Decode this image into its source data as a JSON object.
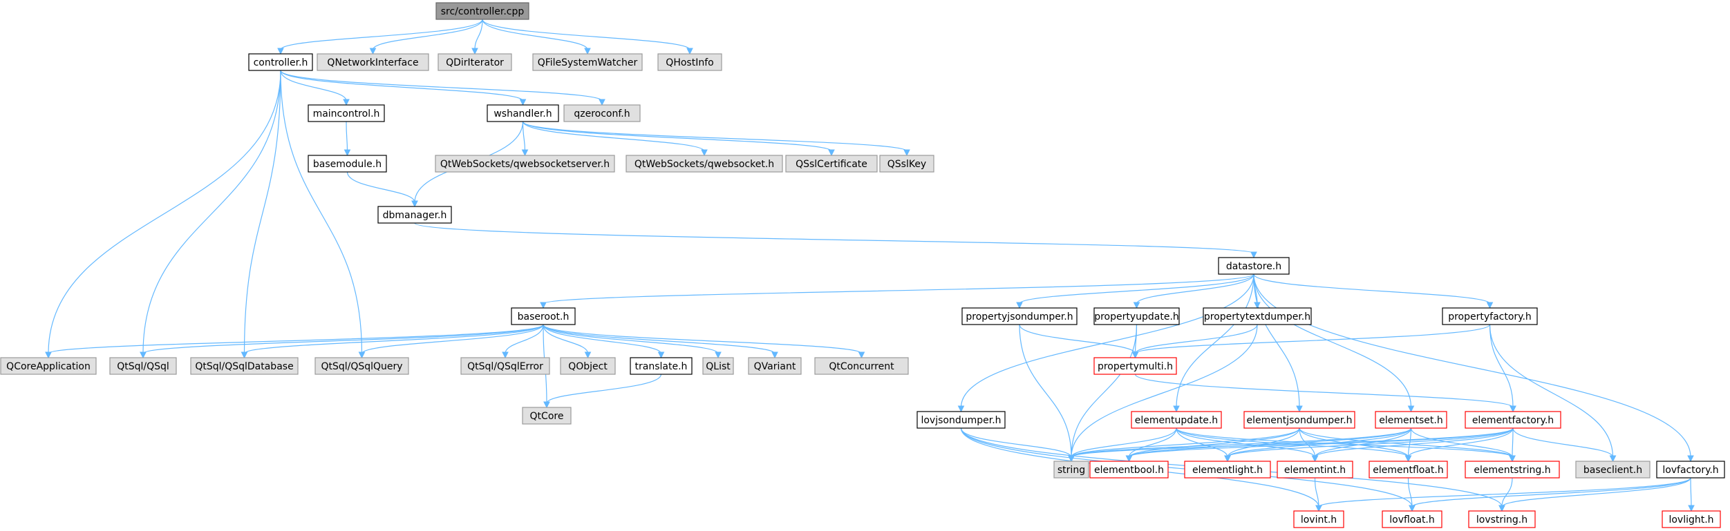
{
  "colors": {
    "edge": "#63b8ff",
    "root_fill": "#999999",
    "root_stroke": "#666666",
    "normal_fill": "#ffffff",
    "normal_stroke": "#000000",
    "external_fill": "#e0e0e0",
    "external_stroke": "#999999",
    "truncated_fill": "#ffffff",
    "truncated_stroke": "#ff0000"
  },
  "nodes": [
    {
      "id": "controller_cpp",
      "label": "src/controller.cpp",
      "kind": "root"
    },
    {
      "id": "controller_h",
      "label": "controller.h",
      "kind": "normal"
    },
    {
      "id": "qnetworkinterface",
      "label": "QNetworkInterface",
      "kind": "external"
    },
    {
      "id": "qdiriterator",
      "label": "QDirIterator",
      "kind": "external"
    },
    {
      "id": "qfilesystemwatcher",
      "label": "QFileSystemWatcher",
      "kind": "external"
    },
    {
      "id": "qhostinfo",
      "label": "QHostInfo",
      "kind": "external"
    },
    {
      "id": "maincontrol_h",
      "label": "maincontrol.h",
      "kind": "normal"
    },
    {
      "id": "wshandler_h",
      "label": "wshandler.h",
      "kind": "normal"
    },
    {
      "id": "qzeroconf_h",
      "label": "qzeroconf.h",
      "kind": "external"
    },
    {
      "id": "basemodule_h",
      "label": "basemodule.h",
      "kind": "normal"
    },
    {
      "id": "qwebsocketserver",
      "label": "QtWebSockets/qwebsocketserver.h",
      "kind": "external"
    },
    {
      "id": "qwebsocket",
      "label": "QtWebSockets/qwebsocket.h",
      "kind": "external"
    },
    {
      "id": "qsslcertificate",
      "label": "QSslCertificate",
      "kind": "external"
    },
    {
      "id": "qsslkey",
      "label": "QSslKey",
      "kind": "external"
    },
    {
      "id": "dbmanager_h",
      "label": "dbmanager.h",
      "kind": "normal"
    },
    {
      "id": "datastore_h",
      "label": "datastore.h",
      "kind": "normal"
    },
    {
      "id": "baseroot_h",
      "label": "baseroot.h",
      "kind": "normal"
    },
    {
      "id": "propertyjsondumper_h",
      "label": "propertyjsondumper.h",
      "kind": "normal"
    },
    {
      "id": "propertyupdate_h",
      "label": "propertyupdate.h",
      "kind": "normal"
    },
    {
      "id": "propertytextdumper_h",
      "label": "propertytextdumper.h",
      "kind": "normal"
    },
    {
      "id": "propertyfactory_h",
      "label": "propertyfactory.h",
      "kind": "normal"
    },
    {
      "id": "qcoreapplication",
      "label": "QCoreApplication",
      "kind": "external"
    },
    {
      "id": "qtsql_qsql",
      "label": "QtSql/QSql",
      "kind": "external"
    },
    {
      "id": "qtsql_qsqldatabase",
      "label": "QtSql/QSqlDatabase",
      "kind": "external"
    },
    {
      "id": "qtsql_qsqlquery",
      "label": "QtSql/QSqlQuery",
      "kind": "external"
    },
    {
      "id": "qtsql_qsqlerror",
      "label": "QtSql/QSqlError",
      "kind": "external"
    },
    {
      "id": "qobject",
      "label": "QObject",
      "kind": "external"
    },
    {
      "id": "translate_h",
      "label": "translate.h",
      "kind": "normal"
    },
    {
      "id": "qlist",
      "label": "QList",
      "kind": "external"
    },
    {
      "id": "qvariant",
      "label": "QVariant",
      "kind": "external"
    },
    {
      "id": "qtconcurrent",
      "label": "QtConcurrent",
      "kind": "external"
    },
    {
      "id": "qtcore",
      "label": "QtCore",
      "kind": "external"
    },
    {
      "id": "propertymulti_h",
      "label": "propertymulti.h",
      "kind": "truncated"
    },
    {
      "id": "lovjsondumper_h",
      "label": "lovjsondumper.h",
      "kind": "normal"
    },
    {
      "id": "elementupdate_h",
      "label": "elementupdate.h",
      "kind": "truncated"
    },
    {
      "id": "elementjsondumper_h",
      "label": "elementjsondumper.h",
      "kind": "truncated"
    },
    {
      "id": "elementset_h",
      "label": "elementset.h",
      "kind": "truncated"
    },
    {
      "id": "elementfactory_h",
      "label": "elementfactory.h",
      "kind": "truncated"
    },
    {
      "id": "string",
      "label": "string",
      "kind": "external"
    },
    {
      "id": "elementbool_h",
      "label": "elementbool.h",
      "kind": "truncated"
    },
    {
      "id": "elementlight_h",
      "label": "elementlight.h",
      "kind": "truncated"
    },
    {
      "id": "elementint_h",
      "label": "elementint.h",
      "kind": "truncated"
    },
    {
      "id": "elementfloat_h",
      "label": "elementfloat.h",
      "kind": "truncated"
    },
    {
      "id": "elementstring_h",
      "label": "elementstring.h",
      "kind": "truncated"
    },
    {
      "id": "baseclient_h",
      "label": "baseclient.h",
      "kind": "external"
    },
    {
      "id": "lovfactory_h",
      "label": "lovfactory.h",
      "kind": "normal"
    },
    {
      "id": "lovint_h",
      "label": "lovint.h",
      "kind": "truncated"
    },
    {
      "id": "lovfloat_h",
      "label": "lovfloat.h",
      "kind": "truncated"
    },
    {
      "id": "lovstring_h",
      "label": "lovstring.h",
      "kind": "truncated"
    },
    {
      "id": "lovlight_h",
      "label": "lovlight.h",
      "kind": "truncated"
    }
  ],
  "edges": [
    [
      "controller_cpp",
      "controller_h"
    ],
    [
      "controller_cpp",
      "qnetworkinterface"
    ],
    [
      "controller_cpp",
      "qdiriterator"
    ],
    [
      "controller_cpp",
      "qfilesystemwatcher"
    ],
    [
      "controller_cpp",
      "qhostinfo"
    ],
    [
      "controller_h",
      "maincontrol_h"
    ],
    [
      "controller_h",
      "wshandler_h"
    ],
    [
      "controller_h",
      "qzeroconf_h"
    ],
    [
      "controller_h",
      "qcoreapplication"
    ],
    [
      "controller_h",
      "qtsql_qsql"
    ],
    [
      "controller_h",
      "qtsql_qsqldatabase"
    ],
    [
      "controller_h",
      "qtsql_qsqlquery"
    ],
    [
      "maincontrol_h",
      "basemodule_h"
    ],
    [
      "basemodule_h",
      "dbmanager_h"
    ],
    [
      "wshandler_h",
      "dbmanager_h"
    ],
    [
      "wshandler_h",
      "qwebsocketserver"
    ],
    [
      "wshandler_h",
      "qwebsocket"
    ],
    [
      "wshandler_h",
      "qsslcertificate"
    ],
    [
      "wshandler_h",
      "qsslkey"
    ],
    [
      "dbmanager_h",
      "datastore_h"
    ],
    [
      "datastore_h",
      "baseroot_h"
    ],
    [
      "datastore_h",
      "propertyjsondumper_h"
    ],
    [
      "datastore_h",
      "propertyupdate_h"
    ],
    [
      "datastore_h",
      "propertytextdumper_h"
    ],
    [
      "datastore_h",
      "propertyfactory_h"
    ],
    [
      "datastore_h",
      "lovjsondumper_h"
    ],
    [
      "datastore_h",
      "elementupdate_h"
    ],
    [
      "datastore_h",
      "elementjsondumper_h"
    ],
    [
      "datastore_h",
      "elementset_h"
    ],
    [
      "datastore_h",
      "lovfactory_h"
    ],
    [
      "baseroot_h",
      "qcoreapplication"
    ],
    [
      "baseroot_h",
      "qtsql_qsql"
    ],
    [
      "baseroot_h",
      "qtsql_qsqldatabase"
    ],
    [
      "baseroot_h",
      "qtsql_qsqlquery"
    ],
    [
      "baseroot_h",
      "qtsql_qsqlerror"
    ],
    [
      "baseroot_h",
      "qobject"
    ],
    [
      "baseroot_h",
      "translate_h"
    ],
    [
      "baseroot_h",
      "qlist"
    ],
    [
      "baseroot_h",
      "qvariant"
    ],
    [
      "baseroot_h",
      "qtconcurrent"
    ],
    [
      "baseroot_h",
      "qtcore"
    ],
    [
      "translate_h",
      "qtcore"
    ],
    [
      "propertyjsondumper_h",
      "propertymulti_h"
    ],
    [
      "propertyjsondumper_h",
      "string"
    ],
    [
      "propertyupdate_h",
      "propertymulti_h"
    ],
    [
      "propertyupdate_h",
      "string"
    ],
    [
      "propertytextdumper_h",
      "propertymulti_h"
    ],
    [
      "propertytextdumper_h",
      "string"
    ],
    [
      "propertyfactory_h",
      "propertymulti_h"
    ],
    [
      "propertyfactory_h",
      "elementfactory_h"
    ],
    [
      "propertyfactory_h",
      "baseclient_h"
    ],
    [
      "propertymulti_h",
      "elementfactory_h"
    ],
    [
      "lovjsondumper_h",
      "string"
    ],
    [
      "lovjsondumper_h",
      "lovint_h"
    ],
    [
      "lovjsondumper_h",
      "lovfloat_h"
    ],
    [
      "lovjsondumper_h",
      "lovstring_h"
    ],
    [
      "elementupdate_h",
      "string"
    ],
    [
      "elementupdate_h",
      "elementbool_h"
    ],
    [
      "elementupdate_h",
      "elementlight_h"
    ],
    [
      "elementupdate_h",
      "elementint_h"
    ],
    [
      "elementupdate_h",
      "elementfloat_h"
    ],
    [
      "elementupdate_h",
      "elementstring_h"
    ],
    [
      "elementjsondumper_h",
      "string"
    ],
    [
      "elementjsondumper_h",
      "elementbool_h"
    ],
    [
      "elementjsondumper_h",
      "elementlight_h"
    ],
    [
      "elementjsondumper_h",
      "elementint_h"
    ],
    [
      "elementjsondumper_h",
      "elementfloat_h"
    ],
    [
      "elementjsondumper_h",
      "elementstring_h"
    ],
    [
      "elementset_h",
      "string"
    ],
    [
      "elementset_h",
      "elementbool_h"
    ],
    [
      "elementset_h",
      "elementlight_h"
    ],
    [
      "elementset_h",
      "elementint_h"
    ],
    [
      "elementset_h",
      "elementfloat_h"
    ],
    [
      "elementset_h",
      "elementstring_h"
    ],
    [
      "elementfactory_h",
      "string"
    ],
    [
      "elementfactory_h",
      "elementbool_h"
    ],
    [
      "elementfactory_h",
      "elementlight_h"
    ],
    [
      "elementfactory_h",
      "elementint_h"
    ],
    [
      "elementfactory_h",
      "elementfloat_h"
    ],
    [
      "elementfactory_h",
      "elementstring_h"
    ],
    [
      "elementfactory_h",
      "baseclient_h"
    ],
    [
      "elementint_h",
      "lovint_h"
    ],
    [
      "elementfloat_h",
      "lovfloat_h"
    ],
    [
      "elementstring_h",
      "lovstring_h"
    ],
    [
      "lovfactory_h",
      "lovint_h"
    ],
    [
      "lovfactory_h",
      "lovfloat_h"
    ],
    [
      "lovfactory_h",
      "lovstring_h"
    ],
    [
      "lovfactory_h",
      "lovlight_h"
    ]
  ]
}
